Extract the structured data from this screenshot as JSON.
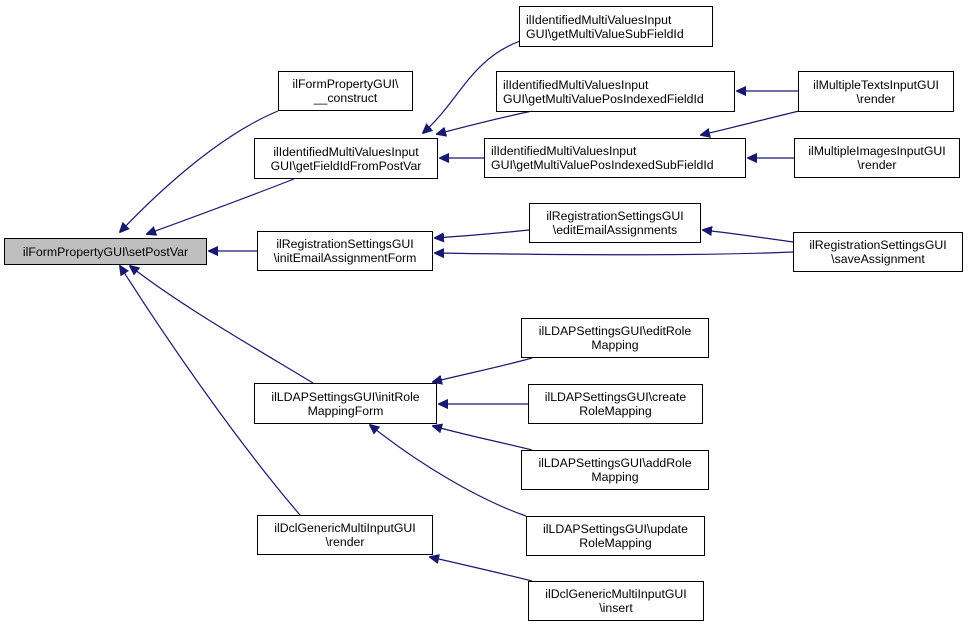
{
  "diagram": {
    "type": "call-graph",
    "edge_color": "#191970",
    "root_fill": "#bfbfbf",
    "nodes": [
      {
        "id": "setPostVar",
        "lines": [
          "ilFormPropertyGUI\\setPostVar"
        ],
        "root": true
      },
      {
        "id": "construct",
        "lines": [
          "ilFormPropertyGUI\\",
          "__construct"
        ]
      },
      {
        "id": "getFieldIdFromPostVar",
        "lines": [
          "ilIdentifiedMultiValuesInput",
          "GUI\\getFieldIdFromPostVar"
        ]
      },
      {
        "id": "initEmailAssignmentForm",
        "lines": [
          "ilRegistrationSettingsGUI",
          "\\initEmailAssignmentForm"
        ]
      },
      {
        "id": "initRoleMappingForm",
        "lines": [
          "ilLDAPSettingsGUI\\initRole",
          "MappingForm"
        ]
      },
      {
        "id": "dclRender",
        "lines": [
          "ilDclGenericMultiInputGUI",
          "\\render"
        ]
      },
      {
        "id": "getMultiValueSubFieldId",
        "lines": [
          "ilIdentifiedMultiValuesInput",
          "GUI\\getMultiValueSubFieldId"
        ],
        "left": true
      },
      {
        "id": "getMultiValuePosIndexedFieldId",
        "lines": [
          "ilIdentifiedMultiValuesInput",
          "GUI\\getMultiValuePosIndexedFieldId"
        ],
        "left": true
      },
      {
        "id": "getMultiValuePosIndexedSubFieldId",
        "lines": [
          "ilIdentifiedMultiValuesInput",
          "GUI\\getMultiValuePosIndexedSubFieldId"
        ],
        "left": true
      },
      {
        "id": "editEmailAssignments",
        "lines": [
          "ilRegistrationSettingsGUI",
          "\\editEmailAssignments"
        ]
      },
      {
        "id": "editRoleMapping",
        "lines": [
          "ilLDAPSettingsGUI\\editRole",
          "Mapping"
        ]
      },
      {
        "id": "createRoleMapping",
        "lines": [
          "ilLDAPSettingsGUI\\create",
          "RoleMapping"
        ]
      },
      {
        "id": "addRoleMapping",
        "lines": [
          "ilLDAPSettingsGUI\\addRole",
          "Mapping"
        ]
      },
      {
        "id": "updateRoleMapping",
        "lines": [
          "ilLDAPSettingsGUI\\update",
          "RoleMapping"
        ]
      },
      {
        "id": "dclInsert",
        "lines": [
          "ilDclGenericMultiInputGUI",
          "\\insert"
        ]
      },
      {
        "id": "textsRender",
        "lines": [
          "ilMultipleTextsInputGUI",
          "\\render"
        ]
      },
      {
        "id": "imagesRender",
        "lines": [
          "ilMultipleImagesInputGUI",
          "\\render"
        ]
      },
      {
        "id": "saveAssignment",
        "lines": [
          "ilRegistrationSettingsGUI",
          "\\saveAssignment"
        ]
      }
    ],
    "edges": [
      {
        "from": "construct",
        "to": "setPostVar"
      },
      {
        "from": "getFieldIdFromPostVar",
        "to": "setPostVar"
      },
      {
        "from": "initEmailAssignmentForm",
        "to": "setPostVar"
      },
      {
        "from": "initRoleMappingForm",
        "to": "setPostVar"
      },
      {
        "from": "dclRender",
        "to": "setPostVar"
      },
      {
        "from": "getMultiValueSubFieldId",
        "to": "getFieldIdFromPostVar"
      },
      {
        "from": "getMultiValuePosIndexedFieldId",
        "to": "getFieldIdFromPostVar"
      },
      {
        "from": "getMultiValuePosIndexedSubFieldId",
        "to": "getFieldIdFromPostVar"
      },
      {
        "from": "textsRender",
        "to": "getMultiValuePosIndexedFieldId"
      },
      {
        "from": "textsRender",
        "to": "getMultiValuePosIndexedSubFieldId"
      },
      {
        "from": "imagesRender",
        "to": "getMultiValuePosIndexedSubFieldId"
      },
      {
        "from": "editEmailAssignments",
        "to": "initEmailAssignmentForm"
      },
      {
        "from": "saveAssignment",
        "to": "initEmailAssignmentForm"
      },
      {
        "from": "saveAssignment",
        "to": "editEmailAssignments"
      },
      {
        "from": "editRoleMapping",
        "to": "initRoleMappingForm"
      },
      {
        "from": "createRoleMapping",
        "to": "initRoleMappingForm"
      },
      {
        "from": "addRoleMapping",
        "to": "initRoleMappingForm"
      },
      {
        "from": "updateRoleMapping",
        "to": "initRoleMappingForm"
      },
      {
        "from": "dclInsert",
        "to": "dclRender"
      }
    ]
  }
}
